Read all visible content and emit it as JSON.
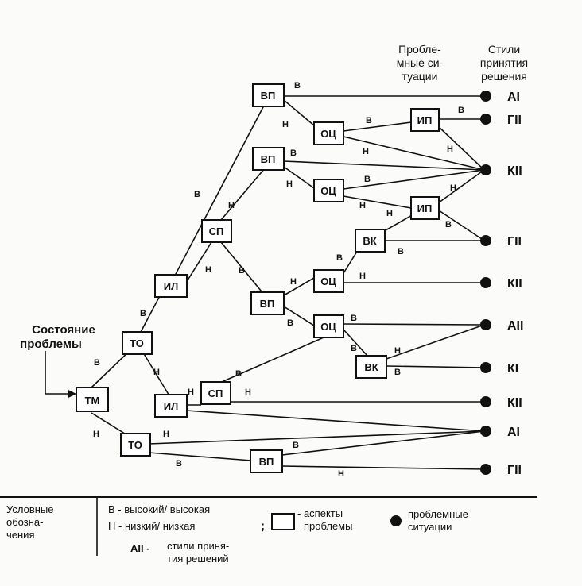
{
  "header": {
    "col_situations": [
      "Пробле-",
      "мные си-",
      "туации"
    ],
    "col_styles": [
      "Стили",
      "принятия",
      "решения"
    ]
  },
  "start_label": [
    "Состояние",
    "проблемы"
  ],
  "nodes": {
    "tm": "ТМ",
    "to1": "ТО",
    "to2": "ТО",
    "il1": "ИЛ",
    "il2": "ИЛ",
    "sp1": "СП",
    "sp2": "СП",
    "vp1": "ВП",
    "vp2": "ВП",
    "vp3": "ВП",
    "vp4": "ВП",
    "oc1": "ОЦ",
    "oc2": "ОЦ",
    "oc3": "ОЦ",
    "oc4": "ОЦ",
    "ip1": "ИП",
    "ip2": "ИП",
    "vk1": "ВК",
    "vk2": "ВК"
  },
  "edge_labels": {
    "high": "В",
    "low": "Н"
  },
  "styles": [
    "АI",
    "ГII",
    "КII",
    "ГII",
    "КII",
    "АII",
    "КI",
    "КII",
    "АI",
    "ГII"
  ],
  "legend": {
    "title": [
      "Условные",
      "обозна-",
      "чения"
    ],
    "high": "В - высокий/ высокая",
    "low": "Н - низкий/ низкая",
    "sep": ";",
    "aspects": [
      "- аспекты",
      "проблемы"
    ],
    "situations": [
      "проблемные",
      "ситуации"
    ],
    "styles_code": "АII -",
    "styles_text": [
      "стили приня-",
      "тия решений"
    ]
  }
}
